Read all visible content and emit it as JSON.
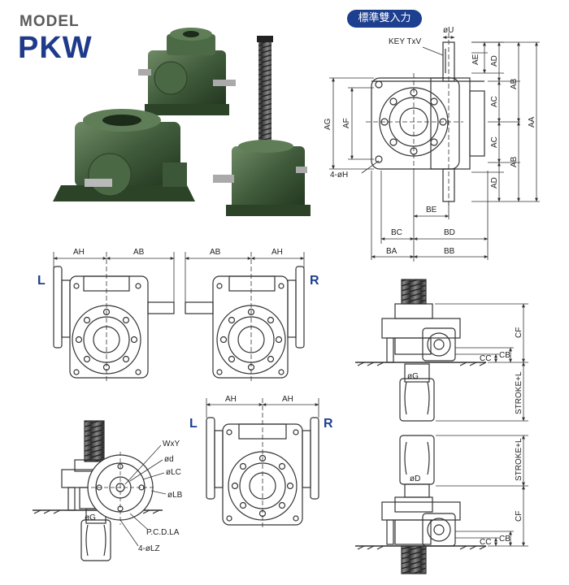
{
  "header": {
    "model_label": "MODEL",
    "model_name": "PKW",
    "badge_text": "標準雙入力"
  },
  "labels": {
    "key": "KEY TxV",
    "phi_u": "øU",
    "ae": "AE",
    "ad": "AD",
    "ab": "AB",
    "ac": "AC",
    "aa": "AA",
    "ag": "AG",
    "af": "AF",
    "hole": "4-øH",
    "be": "BE",
    "bc": "BC",
    "bd": "BD",
    "ba": "BA",
    "bb": "BB",
    "ah": "AH",
    "left": "L",
    "right": "R",
    "cf": "CF",
    "cb": "CB",
    "cc": "CC",
    "phi_g": "øG",
    "stroke": "STROKE+L",
    "phi_d": "øD",
    "wxy": "WxY",
    "phi_d_small": "ød",
    "phi_lc": "øLC",
    "phi_lb": "øLB",
    "pcd": "P.C.D.LA",
    "lz": "4-øLZ"
  },
  "colors": {
    "accent": "#1d3f8f",
    "body_green": "#3f5a3a",
    "line": "#333333"
  }
}
